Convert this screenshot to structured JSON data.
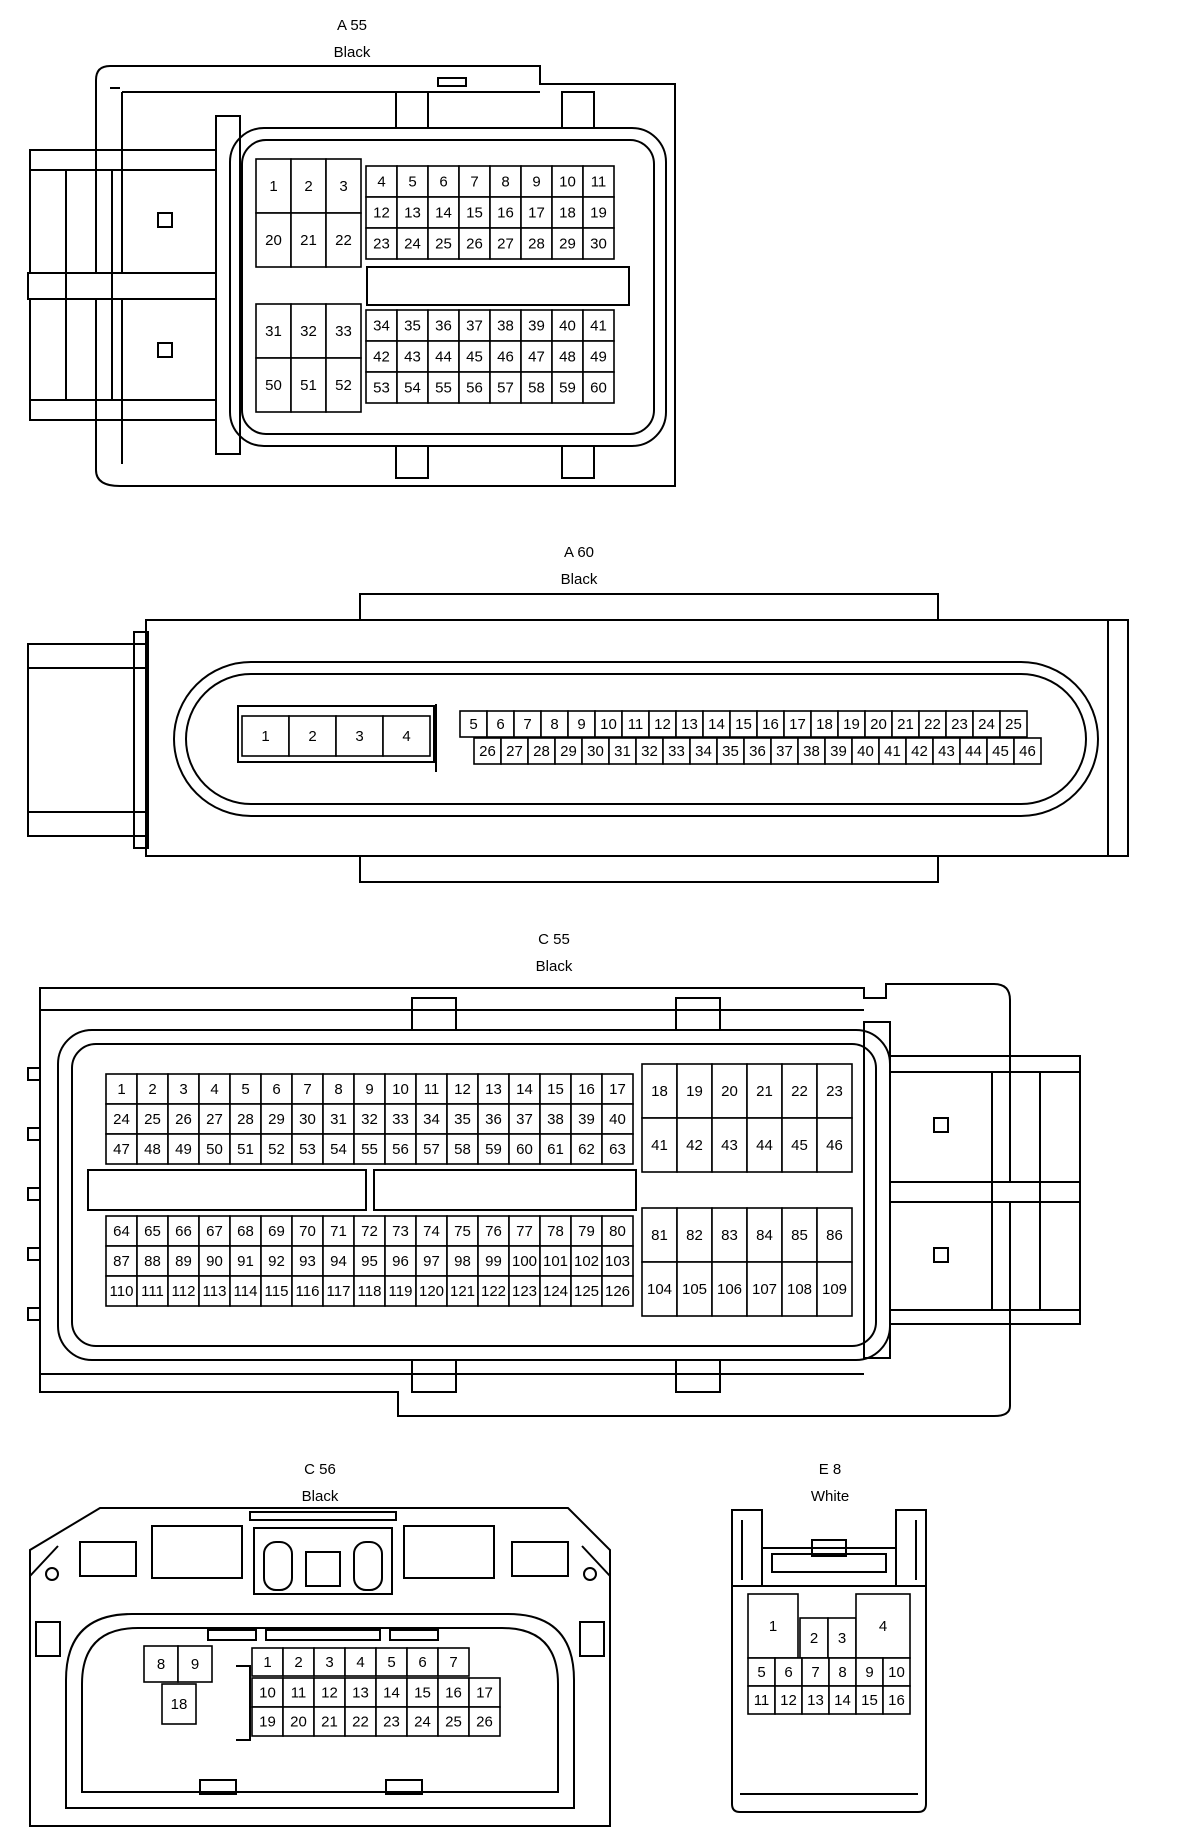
{
  "connectors": [
    {
      "id": "a55",
      "name": "A 55",
      "color": "Black",
      "groups": [
        {
          "id": "a55-g1",
          "rows": [
            [
              "1",
              "2",
              "3"
            ],
            [
              "20",
              "21",
              "22"
            ]
          ]
        },
        {
          "id": "a55-g2",
          "rows": [
            [
              "4",
              "5",
              "6",
              "7",
              "8",
              "9",
              "10",
              "11"
            ],
            [
              "12",
              "13",
              "14",
              "15",
              "16",
              "17",
              "18",
              "19"
            ],
            [
              "23",
              "24",
              "25",
              "26",
              "27",
              "28",
              "29",
              "30"
            ]
          ]
        },
        {
          "id": "a55-g3",
          "rows": [
            [
              "31",
              "32",
              "33"
            ],
            [
              "50",
              "51",
              "52"
            ]
          ]
        },
        {
          "id": "a55-g4",
          "rows": [
            [
              "34",
              "35",
              "36",
              "37",
              "38",
              "39",
              "40",
              "41"
            ],
            [
              "42",
              "43",
              "44",
              "45",
              "46",
              "47",
              "48",
              "49"
            ],
            [
              "53",
              "54",
              "55",
              "56",
              "57",
              "58",
              "59",
              "60"
            ]
          ]
        }
      ]
    },
    {
      "id": "a60",
      "name": "A 60",
      "color": "Black",
      "groups": [
        {
          "id": "a60-g1",
          "rows": [
            [
              "1",
              "2",
              "3",
              "4"
            ]
          ]
        },
        {
          "id": "a60-g2",
          "rows": [
            [
              "5",
              "6",
              "7",
              "8",
              "9",
              "10",
              "11",
              "12",
              "13",
              "14",
              "15",
              "16",
              "17",
              "18",
              "19",
              "20",
              "21",
              "22",
              "23",
              "24",
              "25"
            ]
          ]
        },
        {
          "id": "a60-g3",
          "rows": [
            [
              "26",
              "27",
              "28",
              "29",
              "30",
              "31",
              "32",
              "33",
              "34",
              "35",
              "36",
              "37",
              "38",
              "39",
              "40",
              "41",
              "42",
              "43",
              "44",
              "45",
              "46"
            ]
          ]
        }
      ]
    },
    {
      "id": "c55",
      "name": "C 55",
      "color": "Black",
      "groups": [
        {
          "id": "c55-g1",
          "rows": [
            [
              "1",
              "2",
              "3",
              "4",
              "5",
              "6",
              "7",
              "8",
              "9",
              "10",
              "11",
              "12",
              "13",
              "14",
              "15",
              "16",
              "17"
            ],
            [
              "24",
              "25",
              "26",
              "27",
              "28",
              "29",
              "30",
              "31",
              "32",
              "33",
              "34",
              "35",
              "36",
              "37",
              "38",
              "39",
              "40"
            ],
            [
              "47",
              "48",
              "49",
              "50",
              "51",
              "52",
              "53",
              "54",
              "55",
              "56",
              "57",
              "58",
              "59",
              "60",
              "61",
              "62",
              "63"
            ]
          ]
        },
        {
          "id": "c55-g2",
          "rows": [
            [
              "18",
              "19",
              "20",
              "21",
              "22",
              "23"
            ],
            [
              "41",
              "42",
              "43",
              "44",
              "45",
              "46"
            ]
          ]
        },
        {
          "id": "c55-g3",
          "rows": [
            [
              "64",
              "65",
              "66",
              "67",
              "68",
              "69",
              "70",
              "71",
              "72",
              "73",
              "74",
              "75",
              "76",
              "77",
              "78",
              "79",
              "80"
            ],
            [
              "87",
              "88",
              "89",
              "90",
              "91",
              "92",
              "93",
              "94",
              "95",
              "96",
              "97",
              "98",
              "99",
              "100",
              "101",
              "102",
              "103"
            ],
            [
              "110",
              "111",
              "112",
              "113",
              "114",
              "115",
              "116",
              "117",
              "118",
              "119",
              "120",
              "121",
              "122",
              "123",
              "124",
              "125",
              "126"
            ]
          ]
        },
        {
          "id": "c55-g4",
          "rows": [
            [
              "81",
              "82",
              "83",
              "84",
              "85",
              "86"
            ],
            [
              "104",
              "105",
              "106",
              "107",
              "108",
              "109"
            ]
          ]
        }
      ]
    },
    {
      "id": "c56",
      "name": "C 56",
      "color": "Black",
      "groups": [
        {
          "id": "c56-g1",
          "rows": [
            [
              "8",
              "9"
            ]
          ]
        },
        {
          "id": "c56-g2",
          "rows": [
            [
              "18"
            ]
          ]
        },
        {
          "id": "c56-g3",
          "rows": [
            [
              "1",
              "2",
              "3",
              "4",
              "5",
              "6",
              "7"
            ]
          ]
        },
        {
          "id": "c56-g4",
          "rows": [
            [
              "10",
              "11",
              "12",
              "13",
              "14",
              "15",
              "16",
              "17"
            ],
            [
              "19",
              "20",
              "21",
              "22",
              "23",
              "24",
              "25",
              "26"
            ]
          ]
        }
      ]
    },
    {
      "id": "e8",
      "name": "E 8",
      "color": "White",
      "groups": [
        {
          "id": "e8-g1",
          "rows": [
            [
              "1"
            ]
          ]
        },
        {
          "id": "e8-g2",
          "rows": [
            [
              "2",
              "3"
            ]
          ]
        },
        {
          "id": "e8-g3",
          "rows": [
            [
              "4"
            ]
          ]
        },
        {
          "id": "e8-g4",
          "rows": [
            [
              "5",
              "6",
              "7",
              "8",
              "9",
              "10"
            ],
            [
              "11",
              "12",
              "13",
              "14",
              "15",
              "16"
            ]
          ]
        }
      ]
    }
  ]
}
